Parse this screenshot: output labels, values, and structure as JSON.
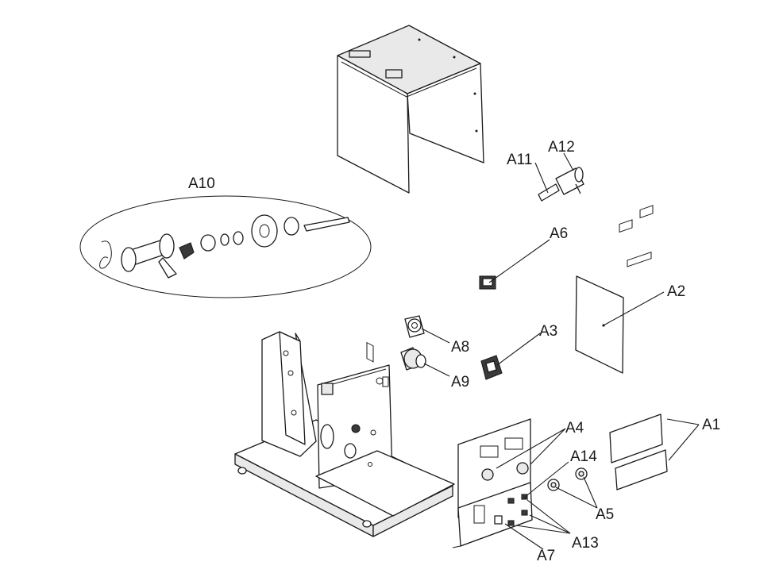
{
  "labels": {
    "a1": "A1",
    "a2": "A2",
    "a3": "A3",
    "a4": "A4",
    "a5": "A5",
    "a6": "A6",
    "a7": "A7",
    "a8": "A8",
    "a9": "A9",
    "a10": "A10",
    "a11": "A11",
    "a12": "A12",
    "a13": "A13",
    "a14": "A14"
  }
}
